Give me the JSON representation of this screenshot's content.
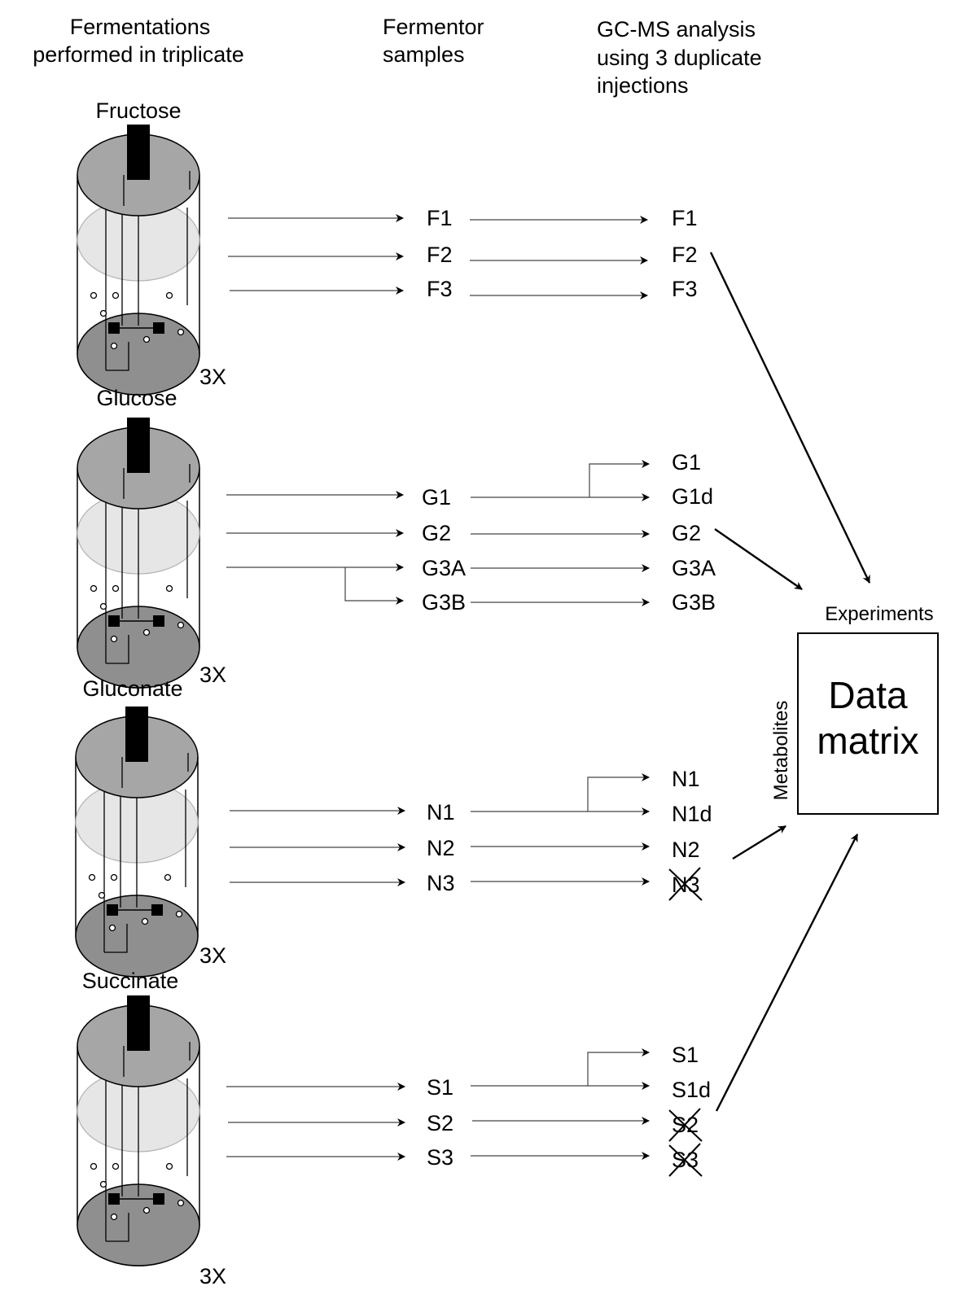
{
  "headers": {
    "fermentations": [
      "Fermentations",
      "performed in triplicate"
    ],
    "samples": [
      "Fermentor",
      "samples"
    ],
    "gcms": [
      "GC-MS analysis",
      "using 3 duplicate",
      "injections"
    ]
  },
  "substrates": [
    {
      "name": "Fructose",
      "multiplier": "3X",
      "samples": [
        "F1",
        "F2",
        "F3"
      ],
      "injections": [
        {
          "label": "F1",
          "excluded": false
        },
        {
          "label": "F2",
          "excluded": false
        },
        {
          "label": "F3",
          "excluded": false
        }
      ]
    },
    {
      "name": "Glucose",
      "multiplier": "3X",
      "samples": [
        "G1",
        "G2",
        "G3A",
        "G3B"
      ],
      "injections": [
        {
          "label": "G1",
          "excluded": false
        },
        {
          "label": "G1d",
          "excluded": false
        },
        {
          "label": "G2",
          "excluded": false
        },
        {
          "label": "G3A",
          "excluded": false
        },
        {
          "label": "G3B",
          "excluded": false
        }
      ]
    },
    {
      "name": "Gluconate",
      "multiplier": "3X",
      "samples": [
        "N1",
        "N2",
        "N3"
      ],
      "injections": [
        {
          "label": "N1",
          "excluded": false
        },
        {
          "label": "N1d",
          "excluded": false
        },
        {
          "label": "N2",
          "excluded": false
        },
        {
          "label": "N3",
          "excluded": true
        }
      ]
    },
    {
      "name": "Succinate",
      "multiplier": "3X",
      "samples": [
        "S1",
        "S2",
        "S3"
      ],
      "injections": [
        {
          "label": "S1",
          "excluded": false
        },
        {
          "label": "S1d",
          "excluded": false
        },
        {
          "label": "S2",
          "excluded": true
        },
        {
          "label": "S3",
          "excluded": true
        }
      ]
    }
  ],
  "data_matrix": {
    "title_lines": [
      "Data",
      "matrix"
    ],
    "columns_label": "Experiments",
    "rows_label": "Metabolites"
  }
}
